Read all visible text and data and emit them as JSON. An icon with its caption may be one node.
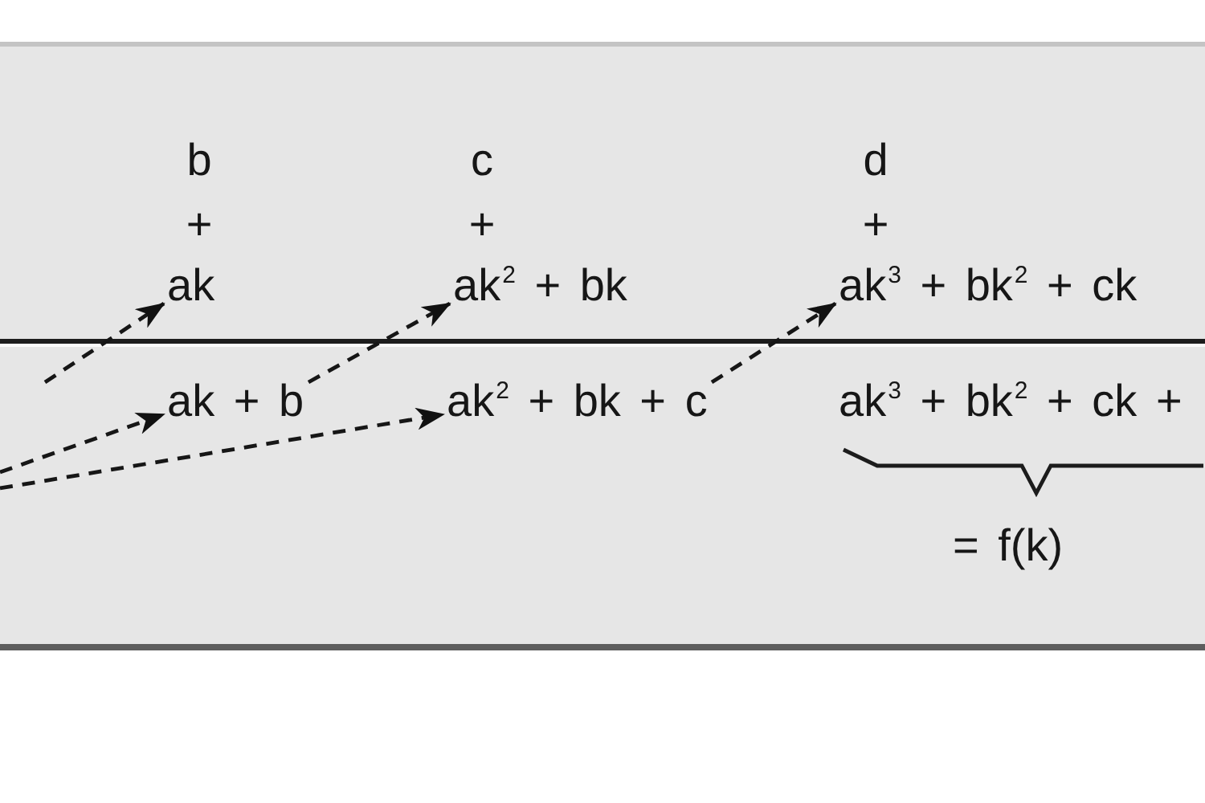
{
  "diagram": {
    "nodes": [
      {
        "text": [
          "ak"
        ]
      },
      {
        "text": [
          "ak$^{2}$ + bk"
        ]
      },
      {
        "text": [
          "ak$^{3}$ + bk$^{2}$ + ck"
        ]
      },
      {
        "text": [
          "ak + b"
        ]
      },
      {
        "text": [
          "ak$^{2}$ + bk + c"
        ]
      }
    ],
    "edges": [
      {
        "from": null,
        "to": 0,
        "arrow": "to",
        "style": "dashed"
      },
      {
        "from": null,
        "to": 3,
        "arrow": "to",
        "style": "dashed"
      },
      {
        "from": null,
        "to": 4,
        "arrow": "to",
        "style": "dashed"
      },
      {
        "from": 3,
        "to": 1,
        "arrow": "to",
        "style": "dashed"
      },
      {
        "from": 4,
        "to": 2,
        "arrow": "to",
        "style": "dashed"
      }
    ],
    "labels": [
      "b",
      "c",
      "d",
      "+",
      "+",
      "+",
      "ak$^{3}$ + bk$^{2}$ + ck +",
      "= f(k)"
    ]
  }
}
